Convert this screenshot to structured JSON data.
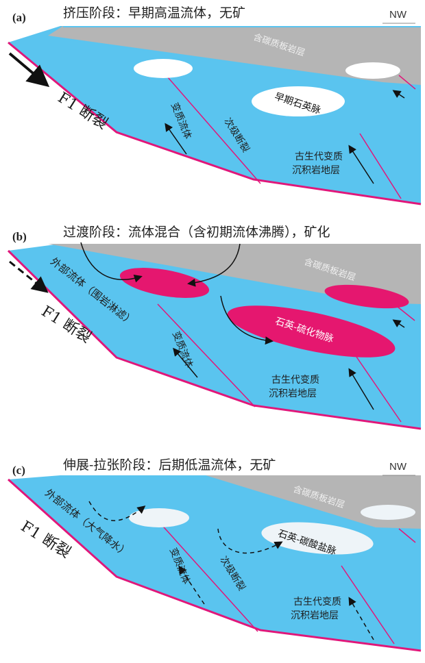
{
  "colors": {
    "water": "#5ac4ef",
    "slate": "#b5b5b5",
    "fault": "#e0177a",
    "vein_hot": "#e5176f",
    "vein_white": "#ffffff",
    "vein_c": "#eef4f8"
  },
  "panels": [
    {
      "label": "(a)",
      "title": "挤压阶段：早期高温流体，无矿",
      "nw": "NW",
      "fault_label": "F1 断裂",
      "slate_label": "含碳质板岩层",
      "vein_label": "早期石英脉",
      "meta_fluid": "变质流体",
      "secondary_fault": "次级断裂",
      "strata_line1": "古生代变质",
      "strata_line2": "沉积岩地层"
    },
    {
      "label": "(b)",
      "title": "过渡阶段：流体混合（含初期流体沸腾），矿化",
      "fault_label": "F1 断裂",
      "slate_label": "含碳质板岩层",
      "vein_label": "石英-硫化物脉",
      "external_fluid": "外部流体（围岩淋滤）",
      "meta_fluid": "变质流体",
      "strata_line1": "古生代变质",
      "strata_line2": "沉积岩地层"
    },
    {
      "label": "(c)",
      "title": "伸展-拉张阶段：后期低温流体，无矿",
      "nw": "NW",
      "fault_label": "F1 断裂",
      "slate_label": "含碳质板岩层",
      "vein_label": "石英-碳酸盐脉",
      "external_fluid": "外部流体（大气降水）",
      "meta_fluid": "变质流体",
      "secondary_fault": "次级断裂",
      "strata_line1": "古生代变质",
      "strata_line2": "沉积岩地层"
    }
  ]
}
